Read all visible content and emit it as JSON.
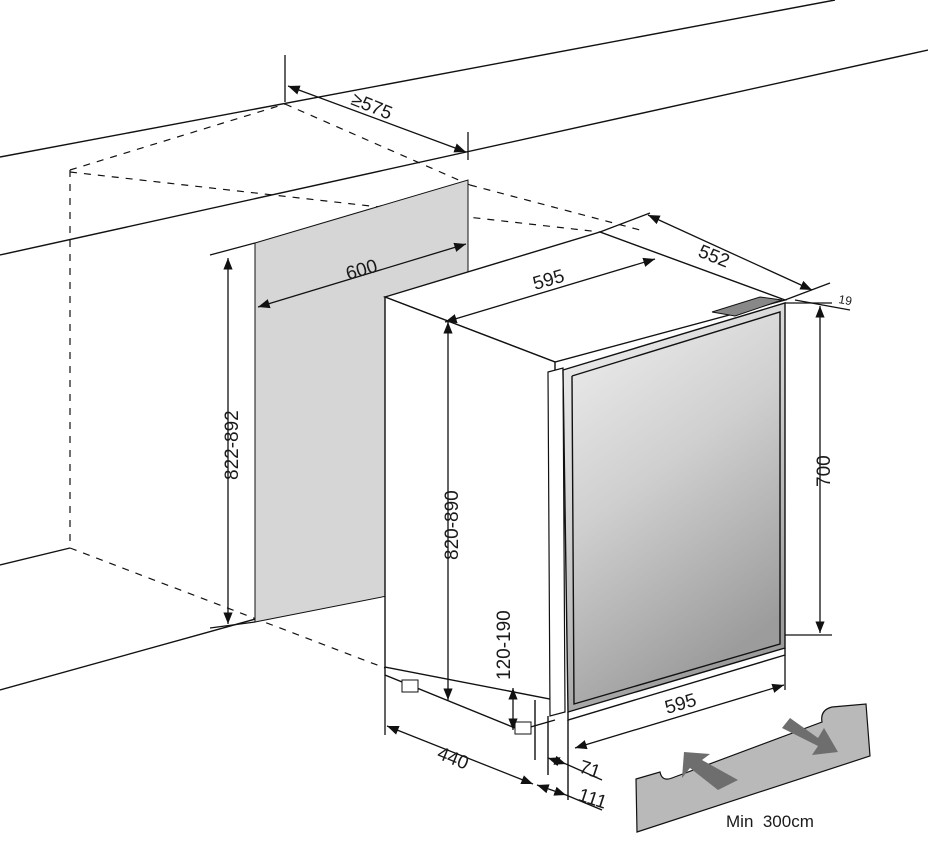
{
  "dimensions": {
    "niche_depth": "≥575",
    "niche_width": "600",
    "niche_height": "822-892",
    "appliance_width_top": "595",
    "appliance_depth": "552",
    "door_thickness": "19",
    "door_height": "700",
    "appliance_height": "820-890",
    "plinth_height": "120-190",
    "side_depth": "440",
    "door_width_bottom": "595",
    "plinth_offset_a": "71",
    "plinth_offset_b": "111"
  },
  "plinth_note": "Min  300cm",
  "colors": {
    "panel": "#d6d6d6",
    "plinth": "#b9b9b9",
    "arrow": "#6e6e6e"
  }
}
